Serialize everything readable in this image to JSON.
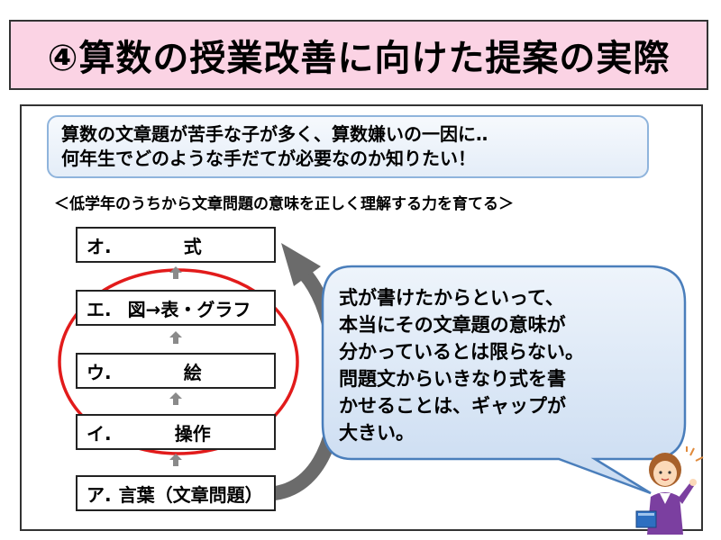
{
  "title": "④算数の授業改善に向けた提案の実際",
  "question": {
    "line1": "算数の文章題が苦手な子が多く、算数嫌いの一因に‥",
    "line2": "何年生でどのような手だてが必要なのか知りたい！"
  },
  "subtitle": "＜低学年のうちから文章問題の意味を正しく理解する力を育てる＞",
  "steps": [
    {
      "label": "オ.",
      "text": "式"
    },
    {
      "label": "エ.",
      "text": "図→表・グラフ"
    },
    {
      "label": "ウ.",
      "text": "絵"
    },
    {
      "label": "イ.",
      "text": "操作"
    },
    {
      "label": "ア.",
      "text": "言葉（文章問題）"
    }
  ],
  "bubble": {
    "lines": [
      "式が書けたからといって、",
      "本当にその文章題の意味が",
      "分かっているとは限らない。",
      "問題文からいきなり式を書",
      "かせることは、ギャップが",
      "大きい。"
    ]
  },
  "colors": {
    "title_bg": "#fbd3e4",
    "question_border": "#8fb4dc",
    "bubble_fill": "#dbe7f6",
    "bubble_border": "#4a7ebb",
    "ellipse": "#e21b1b",
    "curved_arrow": "#6b6b6b"
  },
  "icons": [
    "up-arrow-icon",
    "curved-arrow-icon",
    "teacher-illustration"
  ]
}
